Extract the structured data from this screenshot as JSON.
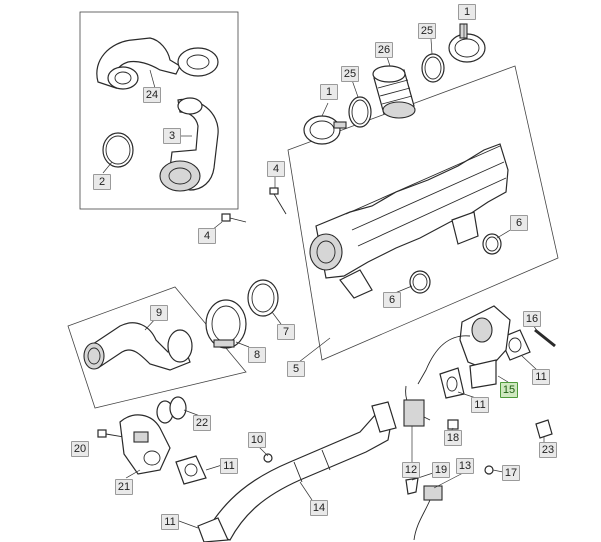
{
  "callouts": [
    {
      "id": "c-1a",
      "label": "1"
    },
    {
      "id": "c-25a",
      "label": "25"
    },
    {
      "id": "c-26",
      "label": "26"
    },
    {
      "id": "c-25b",
      "label": "25"
    },
    {
      "id": "c-1b",
      "label": "1"
    },
    {
      "id": "c-24",
      "label": "24"
    },
    {
      "id": "c-3",
      "label": "3"
    },
    {
      "id": "c-2",
      "label": "2"
    },
    {
      "id": "c-4a",
      "label": "4"
    },
    {
      "id": "c-4b",
      "label": "4"
    },
    {
      "id": "c-6a",
      "label": "6"
    },
    {
      "id": "c-6b",
      "label": "6"
    },
    {
      "id": "c-7",
      "label": "7"
    },
    {
      "id": "c-8",
      "label": "8"
    },
    {
      "id": "c-9",
      "label": "9"
    },
    {
      "id": "c-5",
      "label": "5"
    },
    {
      "id": "c-16",
      "label": "16"
    },
    {
      "id": "c-11a",
      "label": "11"
    },
    {
      "id": "c-15",
      "label": "15"
    },
    {
      "id": "c-11b",
      "label": "11"
    },
    {
      "id": "c-18",
      "label": "18"
    },
    {
      "id": "c-22",
      "label": "22"
    },
    {
      "id": "c-20",
      "label": "20"
    },
    {
      "id": "c-10",
      "label": "10"
    },
    {
      "id": "c-23",
      "label": "23"
    },
    {
      "id": "c-11c",
      "label": "11"
    },
    {
      "id": "c-21",
      "label": "21"
    },
    {
      "id": "c-12",
      "label": "12"
    },
    {
      "id": "c-19",
      "label": "19"
    },
    {
      "id": "c-13",
      "label": "13"
    },
    {
      "id": "c-17",
      "label": "17"
    },
    {
      "id": "c-14",
      "label": "14"
    },
    {
      "id": "c-11d",
      "label": "11"
    }
  ],
  "highlighted_callout": "15",
  "colors": {
    "highlight_fill": "#cfe8c0",
    "highlight_border": "#4e9a3a",
    "callout_fill": "#e9e9e9"
  }
}
